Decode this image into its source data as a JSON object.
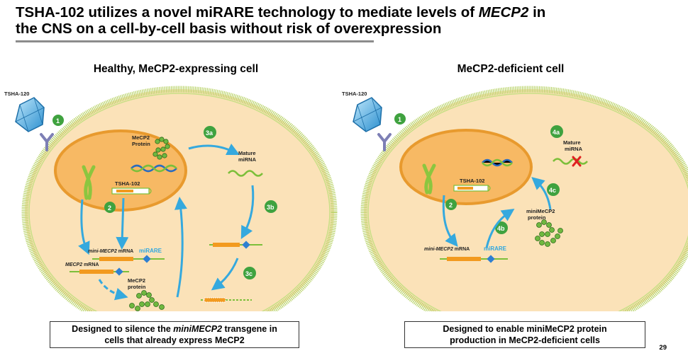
{
  "title": {
    "line1_a": "TSHA-102 utilizes a novel miRARE technology to mediate levels of ",
    "line1_italic": "MECP2",
    "line1_b": " in",
    "line2": "the CNS on a cell-by-cell basis without risk of overexpression"
  },
  "left_panel": {
    "title": "Healthy, MeCP2-expressing cell",
    "vector_label": "TSHA-120",
    "mecp2_protein_label_1": "MeCP2",
    "mecp2_protein_label_2": "Protein",
    "mature_mirna_1": "Mature",
    "mature_mirna_2": "miRNA",
    "transgene_label": "TSHA-102",
    "mini_mrna_italic": "mini-MECP2",
    "mini_mrna_suffix": " mRNA",
    "mirare": "miRARE",
    "mecp2_mrna_italic": "MECP2",
    "mecp2_mrna_suffix": " mRNA",
    "lower_protein_1": "MeCP2",
    "lower_protein_2": "protein",
    "steps": [
      "1",
      "2",
      "3a",
      "3b",
      "3c"
    ],
    "caption_a": "Designed to silence the ",
    "caption_italic": "miniMECP2",
    "caption_b": " transgene in",
    "caption_line2": "cells that already express MeCP2"
  },
  "right_panel": {
    "title": "MeCP2-deficient cell",
    "vector_label": "TSHA-120",
    "mature_mirna_1": "Mature",
    "mature_mirna_2": "miRNA",
    "transgene_label": "TSHA-102",
    "mini_protein_1": "miniMeCP2",
    "mini_protein_2": "protein",
    "mini_mrna_italic": "mini-MECP2",
    "mini_mrna_suffix": " mRNA",
    "mirare": "miRARE",
    "steps": [
      "1",
      "2",
      "4a",
      "4b",
      "4c"
    ],
    "caption_line1": "Designed to enable miniMeCP2 protein",
    "caption_line2": "production in MeCP2-deficient cells"
  },
  "page_number": "29",
  "colors": {
    "cytoplasm": "#fbe2b8",
    "nucleus": "#f7b964",
    "nucleus_border": "#e89a2e",
    "membrane": "#b9d36a",
    "arrow": "#35a9de",
    "step_badge": "#3fa23f",
    "dna_blue": "#2a6bbf",
    "dna_green": "#7cbf3a",
    "mrna_orange": "#f29a1f",
    "inhibit_red": "#e02020"
  }
}
